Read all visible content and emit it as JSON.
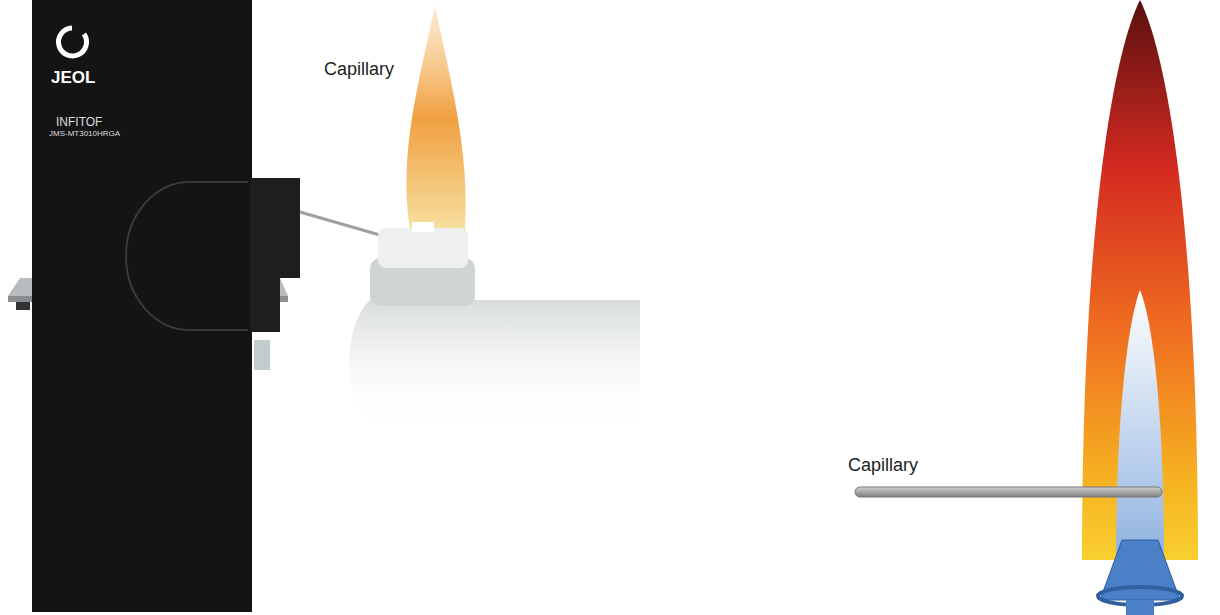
{
  "diagram": {
    "labels": [
      "JEOL",
      "INFITOF",
      "JMS-MT3010HRGA",
      "Capillary",
      "Capillary"
    ]
  }
}
